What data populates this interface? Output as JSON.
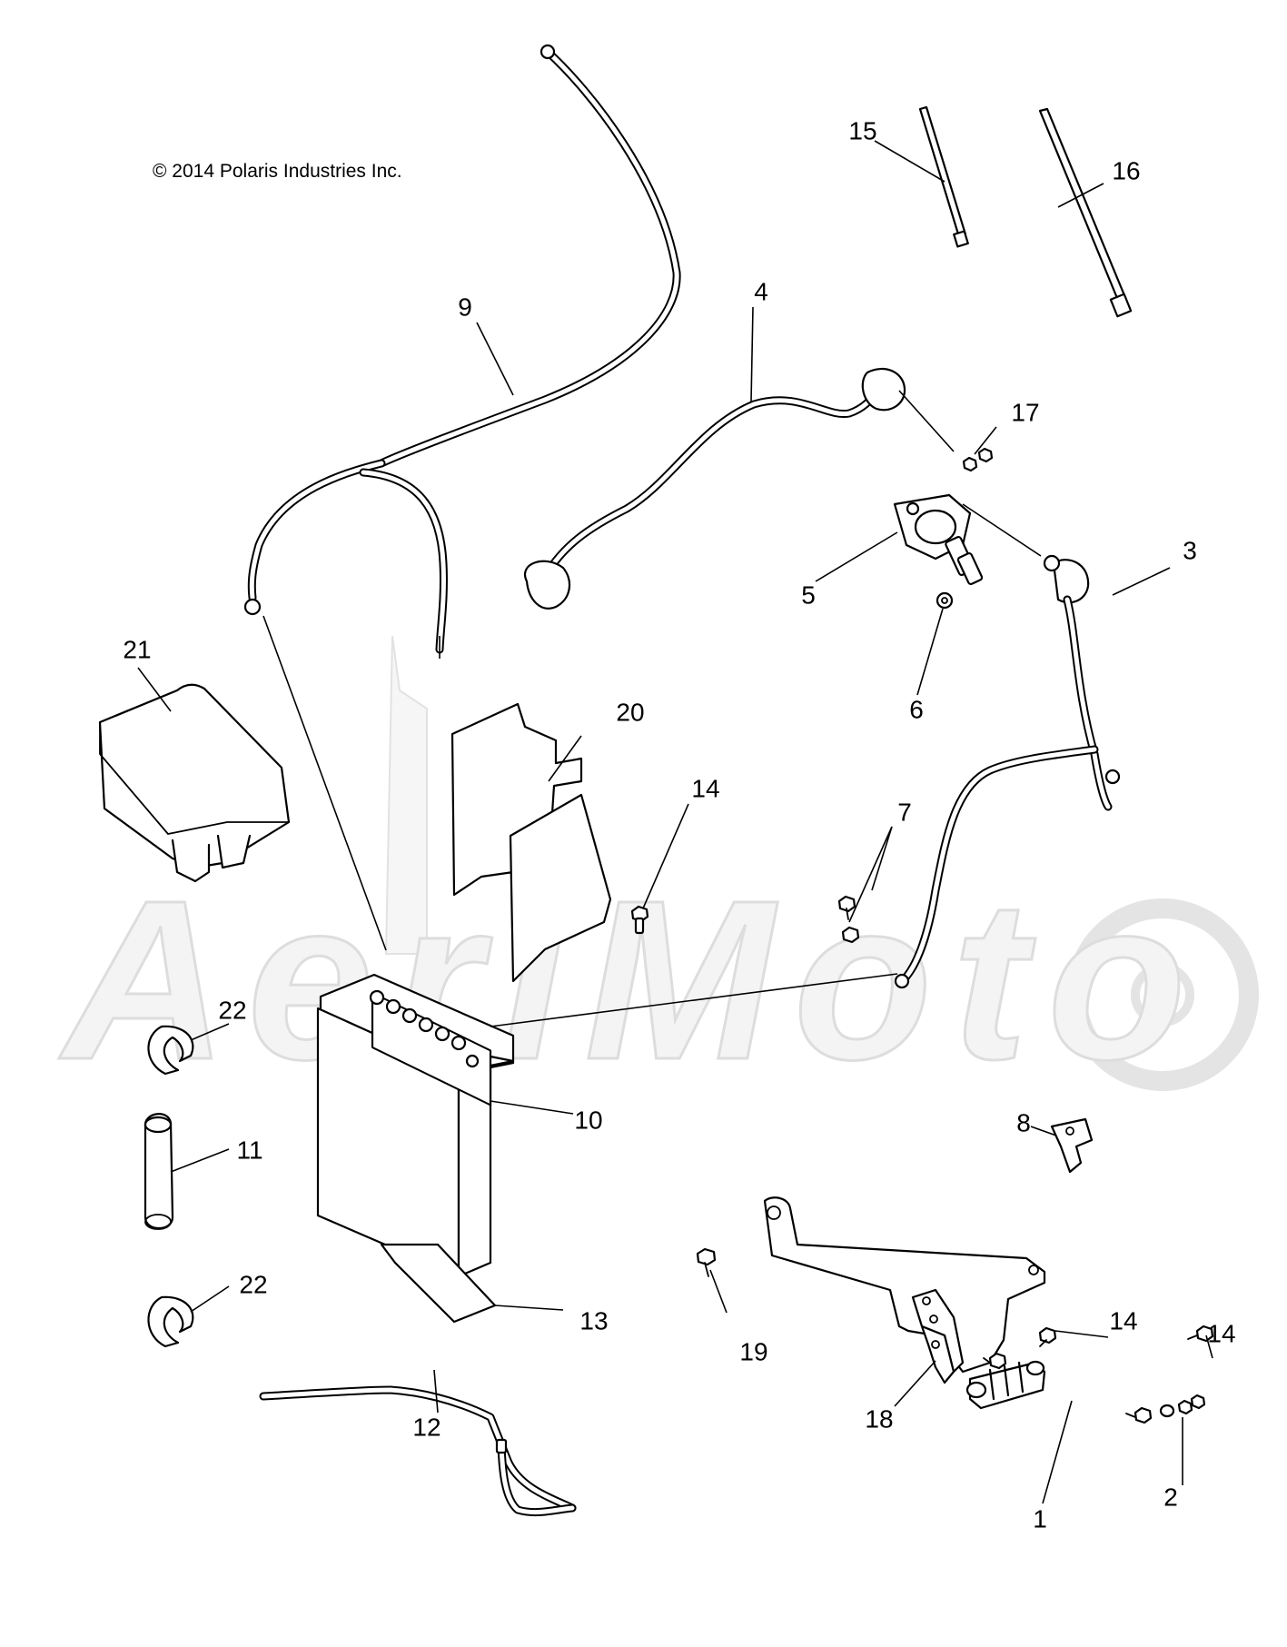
{
  "copyright": "© 2014 Polaris Industries Inc.",
  "watermark_text": "AeriMoto",
  "colors": {
    "line": "#000000",
    "background": "#ffffff",
    "watermark_fill": "#f4f4f4",
    "watermark_stroke": "#dddddd"
  },
  "callouts": {
    "c1": "1",
    "c2": "2",
    "c3": "3",
    "c4": "4",
    "c5": "5",
    "c6": "6",
    "c7": "7",
    "c8": "8",
    "c9": "9",
    "c10": "10",
    "c11": "11",
    "c12": "12",
    "c13": "13",
    "c14a": "14",
    "c14b": "14",
    "c14c": "14",
    "c15": "15",
    "c16": "16",
    "c17": "17",
    "c18": "18",
    "c19": "19",
    "c20": "20",
    "c21": "21",
    "c22a": "22",
    "c22b": "22"
  }
}
